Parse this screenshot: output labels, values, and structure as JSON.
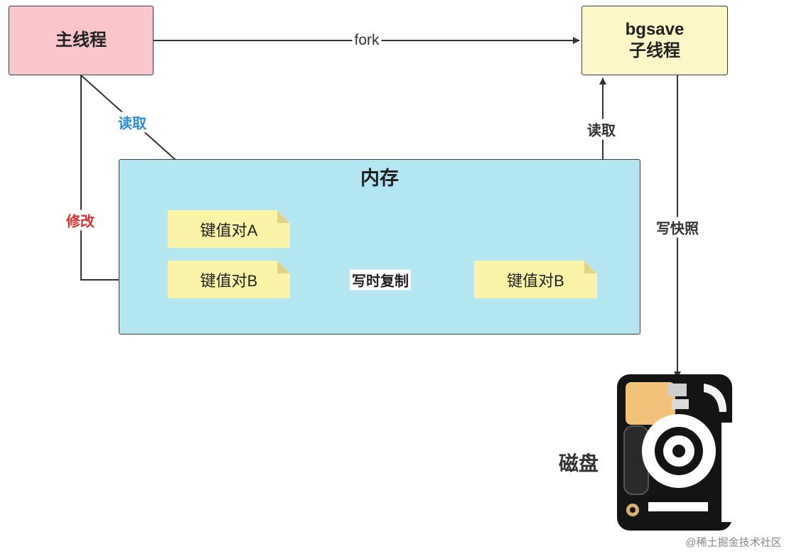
{
  "nodes": {
    "main_thread": "主线程",
    "bgsave_line1": "bgsave",
    "bgsave_line2": "子线程",
    "memory": "内存",
    "kv_a": "键值对A",
    "kv_b_original": "键值对B",
    "kv_b_copy": "键值对B",
    "disk": "磁盘"
  },
  "edges": {
    "fork": "fork",
    "read_main": "读取",
    "modify": "修改",
    "read_bgsave": "读取",
    "write_snapshot": "写快照",
    "copy_on_write": "写时复制"
  },
  "watermark": "@稀土掘金技术社区",
  "colors": {
    "main_thread_fill": "#f8c6cb",
    "bgsave_fill": "#fdf7c8",
    "memory_fill": "#b3e6f0",
    "note_fill": "#fbf3a7",
    "read_label": "#2a8fd6",
    "modify_label": "#e02f2f",
    "line": "#333333"
  }
}
